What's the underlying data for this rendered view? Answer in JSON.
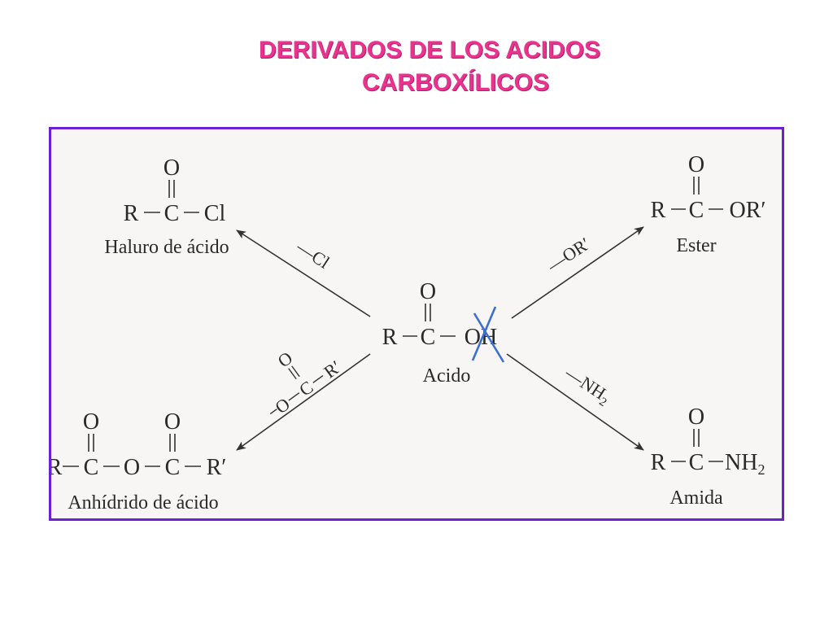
{
  "title": {
    "line1": "DERIVADOS DE LOS ACIDOS",
    "line2": "CARBOXÍLICOS"
  },
  "colors": {
    "title": "#e8338f",
    "frame": "#6a1fd1",
    "cross": "#3b6fd0",
    "ink": "#2a2a2a"
  },
  "center": {
    "o": "O",
    "r": "R",
    "c": "C",
    "oh": "OH",
    "label": "Acido"
  },
  "haluro": {
    "o": "O",
    "r": "R",
    "c": "C",
    "cl": "Cl",
    "label": "Haluro de ácido",
    "reagent": "—Cl"
  },
  "ester": {
    "o": "O",
    "r": "R",
    "c": "C",
    "or": "OR′",
    "label": "Ester",
    "reagent": "—OR′"
  },
  "anhidrido": {
    "o1": "O",
    "o2": "O",
    "r": "R",
    "c1": "C",
    "obridge": "O",
    "c2": "C",
    "r2": "R′",
    "label": "Anhídrido de ácido",
    "reagent_o": "O",
    "reagent_o2": "O",
    "reagent_c": "C",
    "reagent_r": "R′"
  },
  "amida": {
    "o": "O",
    "r": "R",
    "c": "C",
    "nh": "NH",
    "sub": "2",
    "label": "Amida",
    "reagent_nh": "—NH",
    "reagent_sub": "2"
  }
}
